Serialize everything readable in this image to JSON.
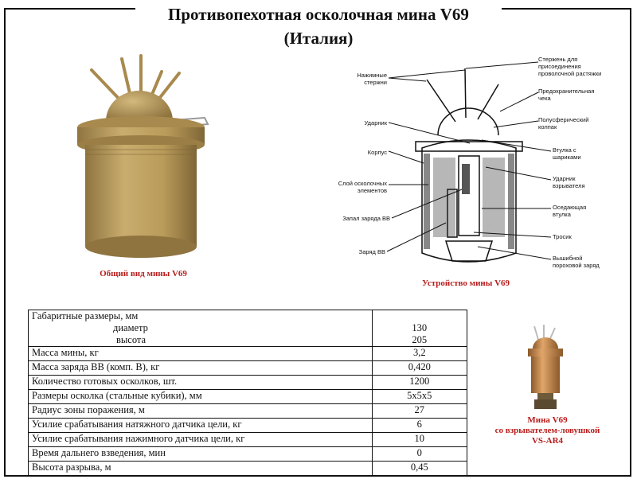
{
  "title": {
    "line1": "Противопехотная осколочная мина V69",
    "line2": "(Италия)"
  },
  "captions": {
    "general_view": "Общий вид мины V69",
    "device": "Устройство мины V69",
    "booby_trap_line1": "Мина V69",
    "booby_trap_line2": "со взрывателем-ловушкой",
    "booby_trap_line3": "VS-AR4"
  },
  "diagram_labels": {
    "left": [
      {
        "line1": "Нажимные",
        "line2": "стержни"
      },
      {
        "line1": "Ударник",
        "line2": ""
      },
      {
        "line1": "Корпус",
        "line2": ""
      },
      {
        "line1": "Слой осколочных",
        "line2": "элементов"
      },
      {
        "line1": "Запал заряда ВВ",
        "line2": ""
      },
      {
        "line1": "Заряд ВВ",
        "line2": ""
      }
    ],
    "right": [
      {
        "line1": "Стержень для",
        "line2": "присоединения",
        "line3": "проволочной растяжки"
      },
      {
        "line1": "Предохранительная",
        "line2": "чека",
        "line3": ""
      },
      {
        "line1": "Полусферический",
        "line2": "колпак",
        "line3": ""
      },
      {
        "line1": "Втулка с",
        "line2": "шариками",
        "line3": ""
      },
      {
        "line1": "Ударник",
        "line2": "взрывателя",
        "line3": ""
      },
      {
        "line1": "Оседающая",
        "line2": "втулка",
        "line3": ""
      },
      {
        "line1": "Тросик",
        "line2": "",
        "line3": ""
      },
      {
        "line1": "Вышибной",
        "line2": "пороховой заряд",
        "line3": ""
      }
    ]
  },
  "spec": {
    "dims_header": "Габаритные размеры, мм",
    "diameter_label": "диаметр",
    "height_label": "высота",
    "diameter_value": "130",
    "height_value": "205",
    "rows": [
      {
        "name": "Масса мины, кг",
        "value": "3,2"
      },
      {
        "name": "Масса заряда ВВ (комп. В), кг",
        "value": "0,420"
      },
      {
        "name": "Количество готовых осколков, шт.",
        "value": "1200"
      },
      {
        "name": "Размеры осколка (стальные кубики), мм",
        "value": "5x5x5"
      },
      {
        "name": "Радиус зоны поражения, м",
        "value": "27"
      },
      {
        "name": "Усилие срабатывания натяжного датчика цели, кг",
        "value": "6"
      },
      {
        "name": "Усилие срабатывания нажимного датчика цели, кг",
        "value": "10"
      },
      {
        "name": "Время дальнего взведения, мин",
        "value": "0"
      },
      {
        "name": "Высота разрыва, м",
        "value": "0,45"
      }
    ]
  },
  "colors": {
    "mine_body": "#b99b5a",
    "mine_dark": "#8f7440",
    "caption_red": "#b81c1c",
    "copper": "#c98a4d"
  }
}
